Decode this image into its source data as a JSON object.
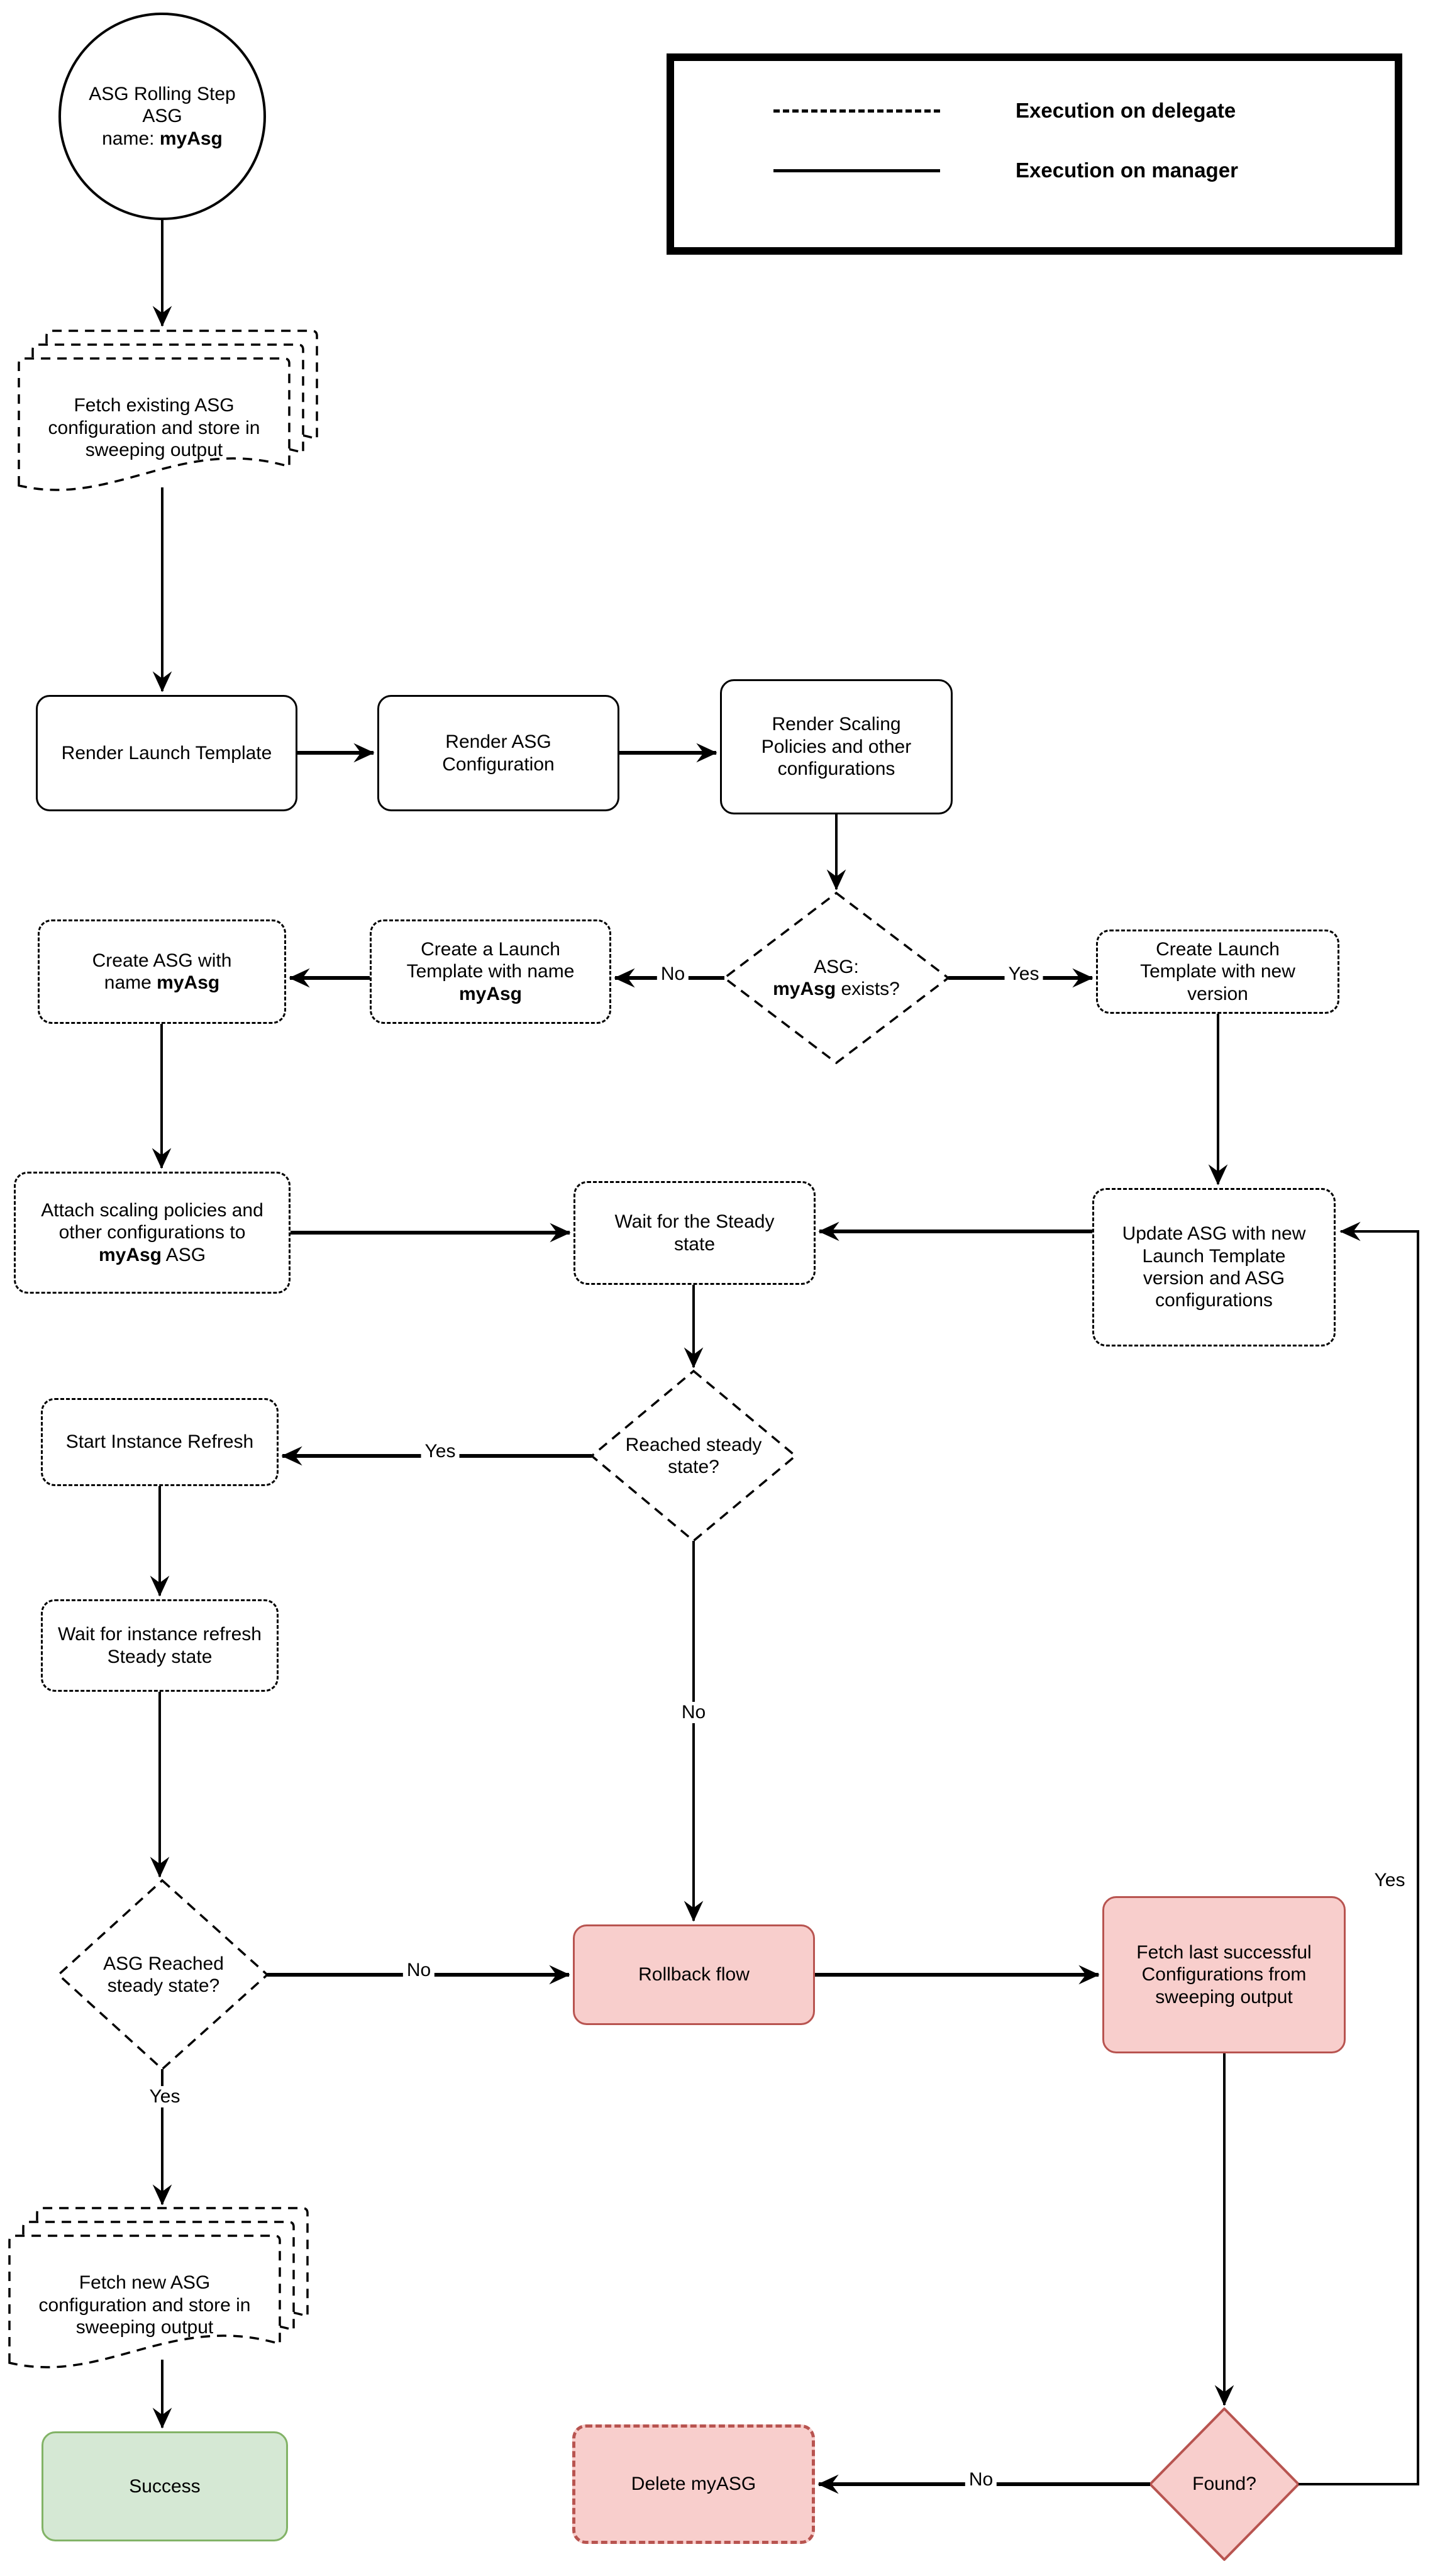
{
  "legend": {
    "items": [
      {
        "style": "dashed",
        "label": "Execution on delegate"
      },
      {
        "style": "solid",
        "label": "Execution on manager"
      }
    ]
  },
  "nodes": {
    "start_circle": {
      "line1": "ASG Rolling Step",
      "line2": "ASG",
      "line3_pre": "name: ",
      "line3_bold": "myAsg"
    },
    "fetch_existing": {
      "label": "Fetch existing ASG configuration and store in sweeping output"
    },
    "render_launch_template": {
      "label": "Render Launch Template"
    },
    "render_asg_configuration": {
      "label": "Render ASG Configuration"
    },
    "render_scaling_policies": {
      "label": "Render Scaling Policies and other configurations"
    },
    "asg_exists_decision": {
      "line1": "ASG:",
      "bold": "myAsg",
      "post": " exists?"
    },
    "create_launch_template_named": {
      "pre": "Create a Launch Template with name ",
      "bold": "myAsg"
    },
    "create_asg": {
      "pre": "Create ASG with name ",
      "bold": "myAsg"
    },
    "create_launch_template_new_version": {
      "label": "Create Launch Template with new version"
    },
    "attach_scaling_policies": {
      "pre": "Attach scaling policies and other configurations to ",
      "bold": "myAsg",
      "post": " ASG"
    },
    "wait_steady_state": {
      "label": "Wait for the Steady state"
    },
    "update_asg": {
      "label": "Update ASG with new Launch Template version and ASG configurations"
    },
    "reached_steady_state_decision": {
      "label": "Reached steady state?"
    },
    "start_instance_refresh": {
      "label": "Start Instance Refresh"
    },
    "wait_instance_refresh": {
      "label": "Wait for instance refresh Steady state"
    },
    "asg_reached_steady_state_decision": {
      "label": "ASG Reached steady state?"
    },
    "rollback_flow": {
      "label": "Rollback flow"
    },
    "fetch_last_successful": {
      "label": "Fetch last successful Configurations from sweeping output"
    },
    "fetch_new_config": {
      "label": "Fetch new ASG configuration and store in sweeping output"
    },
    "success": {
      "label": "Success"
    },
    "delete_myasg": {
      "label": "Delete myASG"
    },
    "found_decision": {
      "label": "Found?"
    }
  },
  "edge_labels": {
    "asg_exists_no": "No",
    "asg_exists_yes": "Yes",
    "reached_steady_yes": "Yes",
    "reached_steady_no": "No",
    "asg_reached_no": "No",
    "asg_reached_yes": "Yes",
    "found_no": "No",
    "found_yes": "Yes"
  },
  "colors": {
    "danger_fill": "#f8cecc",
    "danger_stroke": "#b85450",
    "success_fill": "#d5e8d4",
    "success_stroke": "#82b366",
    "line": "#000000"
  }
}
